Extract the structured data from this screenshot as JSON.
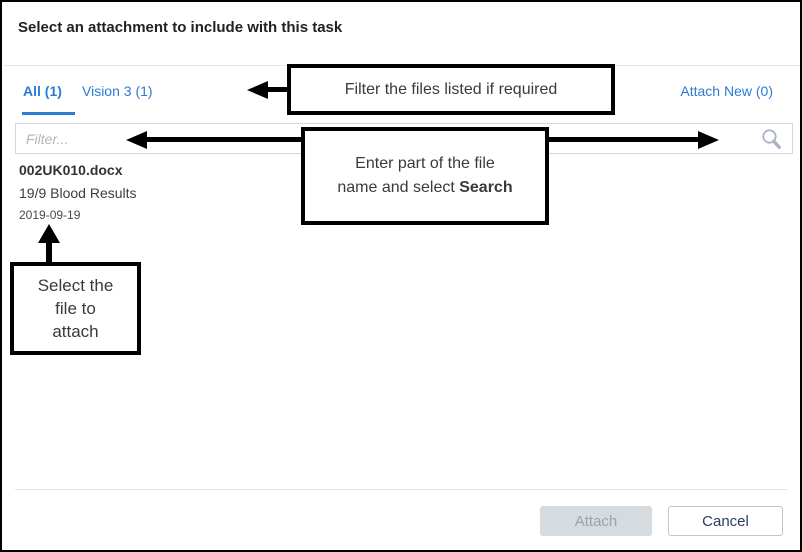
{
  "dialog": {
    "title": "Select an attachment to include with this task"
  },
  "tabs": {
    "all_label": "All (1)",
    "vision_label": "Vision 3 (1)",
    "attach_new_label": "Attach New (0)"
  },
  "filter": {
    "placeholder": "Filter...",
    "value": "",
    "search_icon": "magnifier-icon"
  },
  "file_list": [
    {
      "name": "002UK010.docx",
      "description": "19/9 Blood Results",
      "date": "2019-09-19"
    }
  ],
  "annotations": {
    "filter_note": "Filter the files listed if required",
    "search_note_line1": "Enter part of the file",
    "search_note_line2_prefix": "name and select ",
    "search_note_bold": "Search",
    "select_note_line1": "Select the",
    "select_note_line2": "file to",
    "select_note_line3": "attach"
  },
  "buttons": {
    "attach_label": "Attach",
    "cancel_label": "Cancel",
    "attach_enabled": false
  },
  "colors": {
    "accent_blue": "#2b7cd3",
    "annotation_border": "#000000",
    "disabled_button_bg": "#d6dbdf",
    "disabled_button_text": "#9ba3ab",
    "cancel_text": "#2a3f5f",
    "dialog_border": "#000000"
  }
}
